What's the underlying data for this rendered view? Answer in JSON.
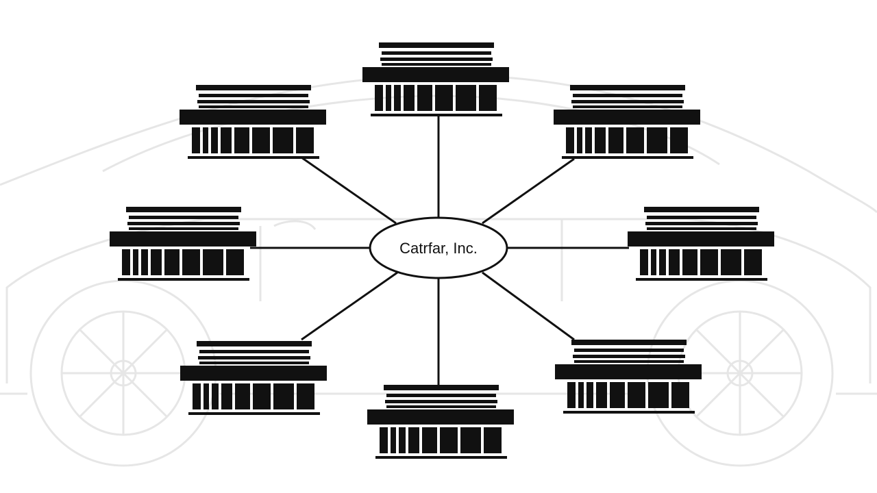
{
  "diagram": {
    "hub": {
      "label": "Catrfar, Inc."
    },
    "nodes": [
      {
        "id": "top",
        "icon": "building-icon"
      },
      {
        "id": "top-right",
        "icon": "building-icon"
      },
      {
        "id": "right",
        "icon": "building-icon"
      },
      {
        "id": "bottom-right",
        "icon": "building-icon"
      },
      {
        "id": "bottom",
        "icon": "building-icon"
      },
      {
        "id": "bottom-left",
        "icon": "building-icon"
      },
      {
        "id": "left",
        "icon": "building-icon"
      },
      {
        "id": "top-left",
        "icon": "building-icon"
      }
    ],
    "background_watermark": "car-outline",
    "colors": {
      "ink": "#111111",
      "watermark": "#e6e6e6",
      "background": "#ffffff"
    }
  }
}
